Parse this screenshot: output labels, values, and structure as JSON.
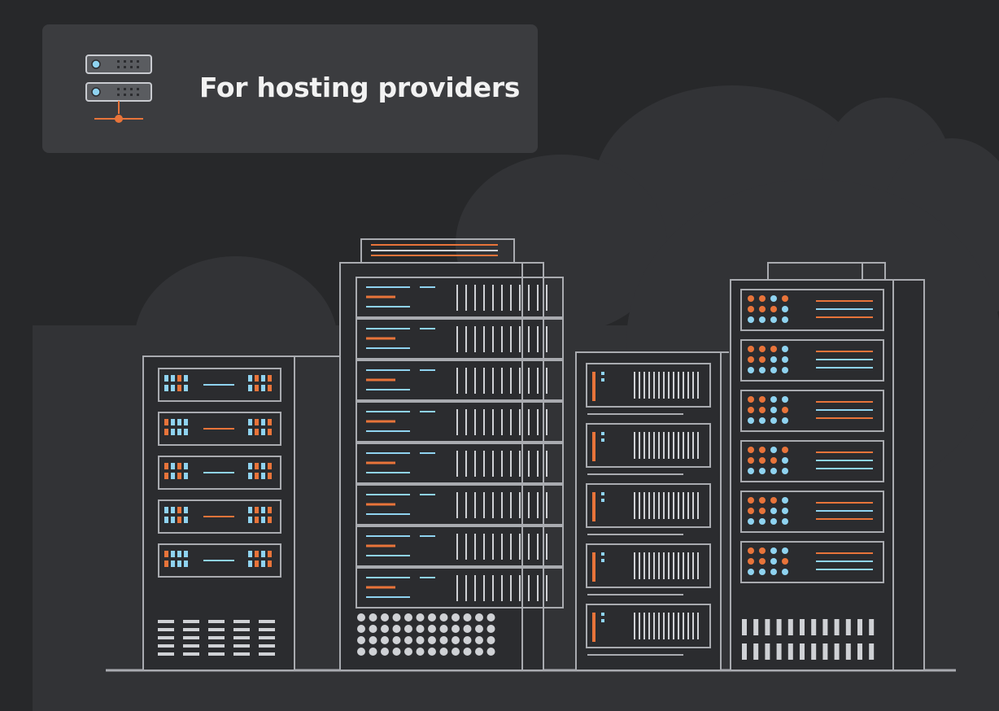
{
  "header": {
    "title": "For hosting providers",
    "icon": "server-stack-icon"
  },
  "illustration": {
    "subject": "server-racks-skyline",
    "elements": [
      "cloud-shape",
      "server-rack",
      "ground-line"
    ]
  },
  "colors": {
    "background": "#27282a",
    "card": "#3b3c3f",
    "cloud": "#323336",
    "line": "#a9abb0",
    "accent_orange": "#e8743a",
    "accent_blue": "#8fd3f0",
    "text": "#f2f2f2"
  }
}
